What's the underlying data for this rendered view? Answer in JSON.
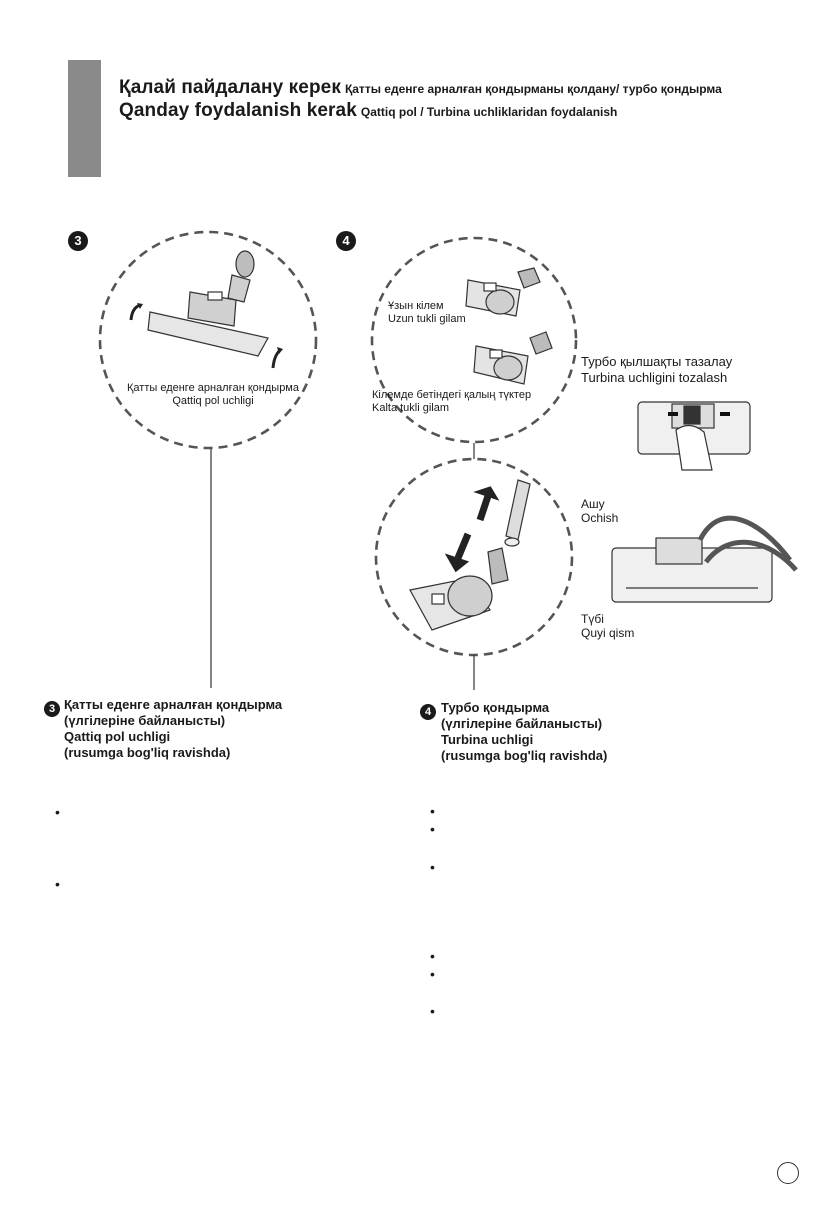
{
  "header": {
    "line1_title": "Қалай пайдалану керек",
    "line1_sub": "Қатты еденге арналған қондырманы қолдану/ турбо қондырма",
    "line2_title": "Qanday foydalanish kerak",
    "line2_sub": "Qattiq pol / Turbina uchliklaridan foydalanish"
  },
  "step3": {
    "number": "3",
    "caption_kz": "Қатты еденге арналған қондырма",
    "caption_uz": "Qattiq pol uchligi",
    "section": [
      "Қатты еденге арналған қондырма",
      "(үлгілеріне байланысты)",
      "Qattiq pol uchligi",
      "(rusumga bog'liq ravishda)"
    ]
  },
  "step4": {
    "number": "4",
    "long_pile_kz": "Ұзын кілем",
    "long_pile_uz": "Uzun tukli gilam",
    "short_pile_kz": "Кілемде бетіндегі қалың түктер",
    "short_pile_uz": "Kalta tukli gilam",
    "turbo_clean_kz": "Турбо қылшақты тазалау",
    "turbo_clean_uz": "Turbina uchligini tozalash",
    "open_kz": "Ашу",
    "open_uz": "Ochish",
    "bottom_kz": "Түбі",
    "bottom_uz": "Quyi qism",
    "section": [
      "Турбо қондырма",
      "(үлгілеріне байланысты)",
      "Turbina uchligi",
      "(rusumga bog'liq ravishda)"
    ]
  },
  "bullets": {
    "mark": "•"
  }
}
